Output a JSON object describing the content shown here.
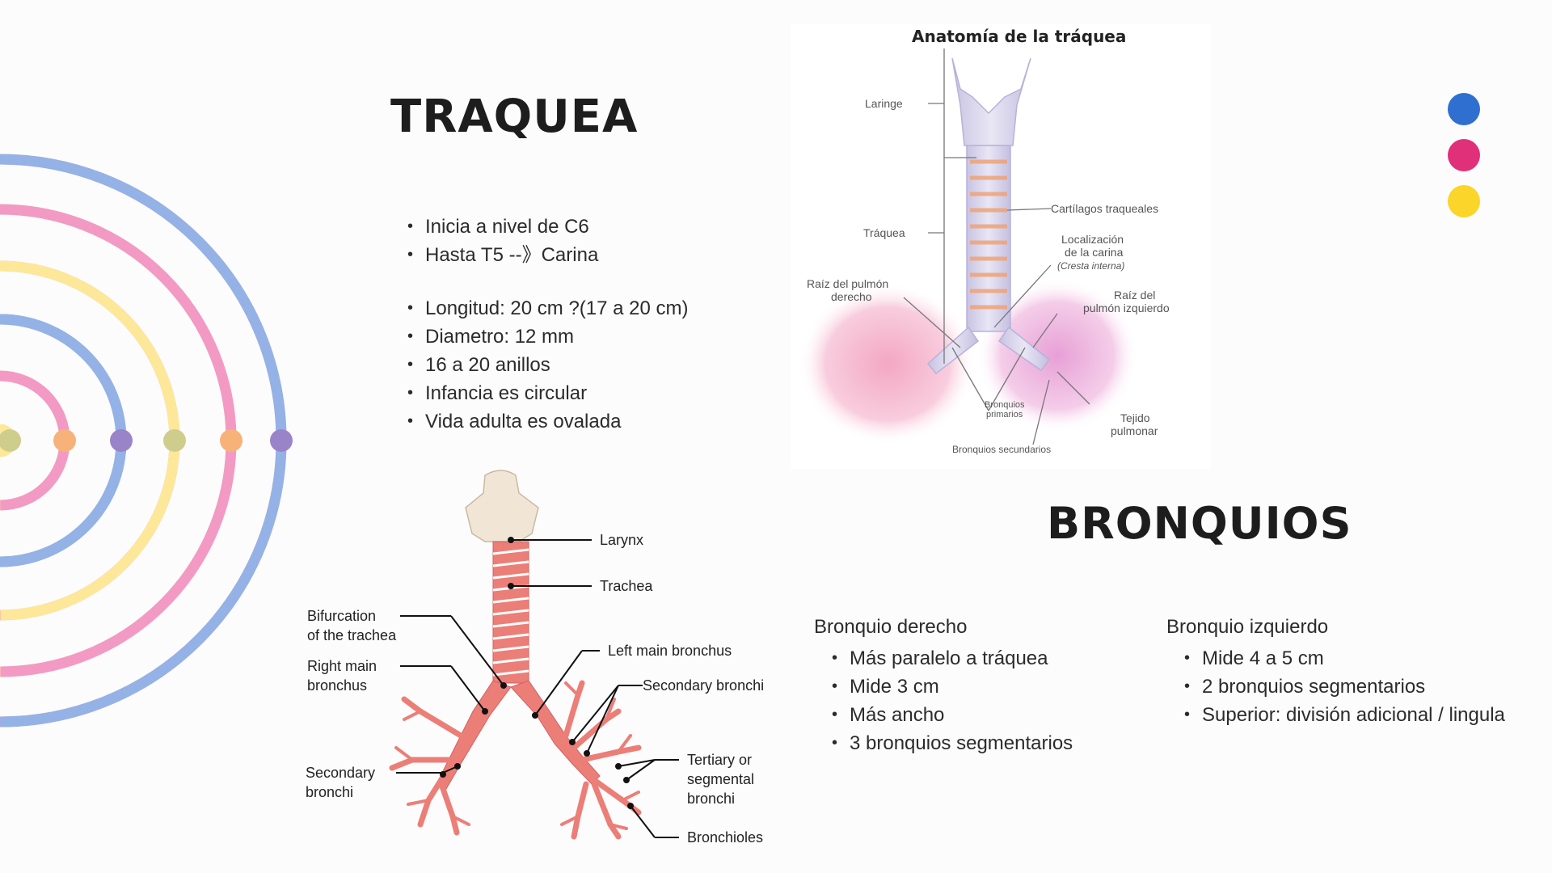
{
  "traquea": {
    "title": "TRAQUEA",
    "bullets_a": [
      "Inicia a nivel de C6",
      "Hasta T5 --》Carina"
    ],
    "bullets_b": [
      "Longitud: 20 cm ?(17 a 20 cm)",
      "Diametro: 12 mm",
      "16 a 20 anillos",
      "Infancia es circular",
      "Vida adulta es ovalada"
    ]
  },
  "bronquios": {
    "title": "BRONQUIOS",
    "derecho": {
      "heading": "Bronquio derecho",
      "items": [
        "Más paralelo a tráquea",
        "Mide 3 cm",
        "Más ancho",
        "3 bronquios segmentarios"
      ]
    },
    "izquierdo": {
      "heading": "Bronquio izquierdo",
      "items": [
        "Mide 4 a 5 cm",
        "2 bronquios segmentarios",
        "Superior: división adicional / lingula"
      ]
    }
  },
  "diagram_top": {
    "title": "Anatomía de la tráquea",
    "labels": {
      "laringe": "Laringe",
      "traquea": "Tráquea",
      "cartilagos": "Cartílagos traqueales",
      "carina_1": "Localización",
      "carina_2": "de la carina",
      "carina_3": "(Cresta interna)",
      "raiz_der_1": "Raíz del pulmón",
      "raiz_der_2": "derecho",
      "raiz_izq_1": "Raíz del",
      "raiz_izq_2": "pulmón izquierdo",
      "bronq_prim_1": "Bronquios",
      "bronq_prim_2": "primarios",
      "bronq_sec": "Bronquios secundarios",
      "tejido_1": "Tejido",
      "tejido_2": "pulmonar"
    }
  },
  "diagram_bottom": {
    "labels": {
      "larynx": "Larynx",
      "trachea": "Trachea",
      "bifurcation_1": "Bifurcation",
      "bifurcation_2": "of the trachea",
      "right_main_1": "Right main",
      "right_main_2": "bronchus",
      "left_main": "Left main bronchus",
      "secondary_r": "Secondary bronchi",
      "secondary_l_1": "Secondary",
      "secondary_l_2": "bronchi",
      "tertiary_1": "Tertiary or",
      "tertiary_2": "segmental",
      "tertiary_3": "bronchi",
      "bronchioles": "Bronchioles"
    }
  },
  "colors": {
    "blue": "#2f6fd0",
    "pink": "#e0307a",
    "yellow": "#fbd52a",
    "arc_blue": "#94b2e6",
    "arc_pink": "#f29ac4",
    "arc_yellow": "#fde89a"
  }
}
